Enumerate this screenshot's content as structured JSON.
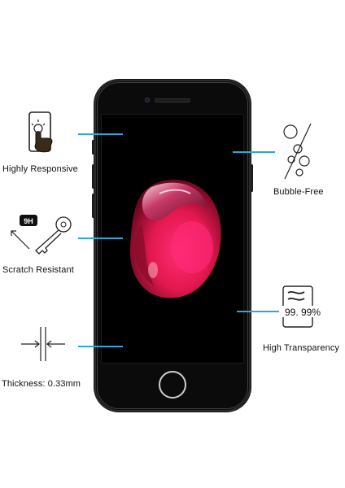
{
  "features": {
    "responsive": {
      "label": "Highly Responsive",
      "icon": "touch-screen-icon"
    },
    "bubble_free": {
      "label": "Bubble-Free",
      "icon": "bubbles-icon"
    },
    "scratch": {
      "label": "Scratch Resistant",
      "icon": "key-scratch-icon",
      "badge": "9H"
    },
    "transparency": {
      "label": "High Transparency",
      "icon": "transparency-icon",
      "value": "99. 99%"
    },
    "thickness": {
      "label": "Thickness: 0.33mm",
      "icon": "thickness-arrows-icon"
    }
  },
  "colors": {
    "accent_line": "#2aa8d8",
    "phone_body": "#0b0b0b",
    "wallpaper_red": "#e3184f"
  }
}
